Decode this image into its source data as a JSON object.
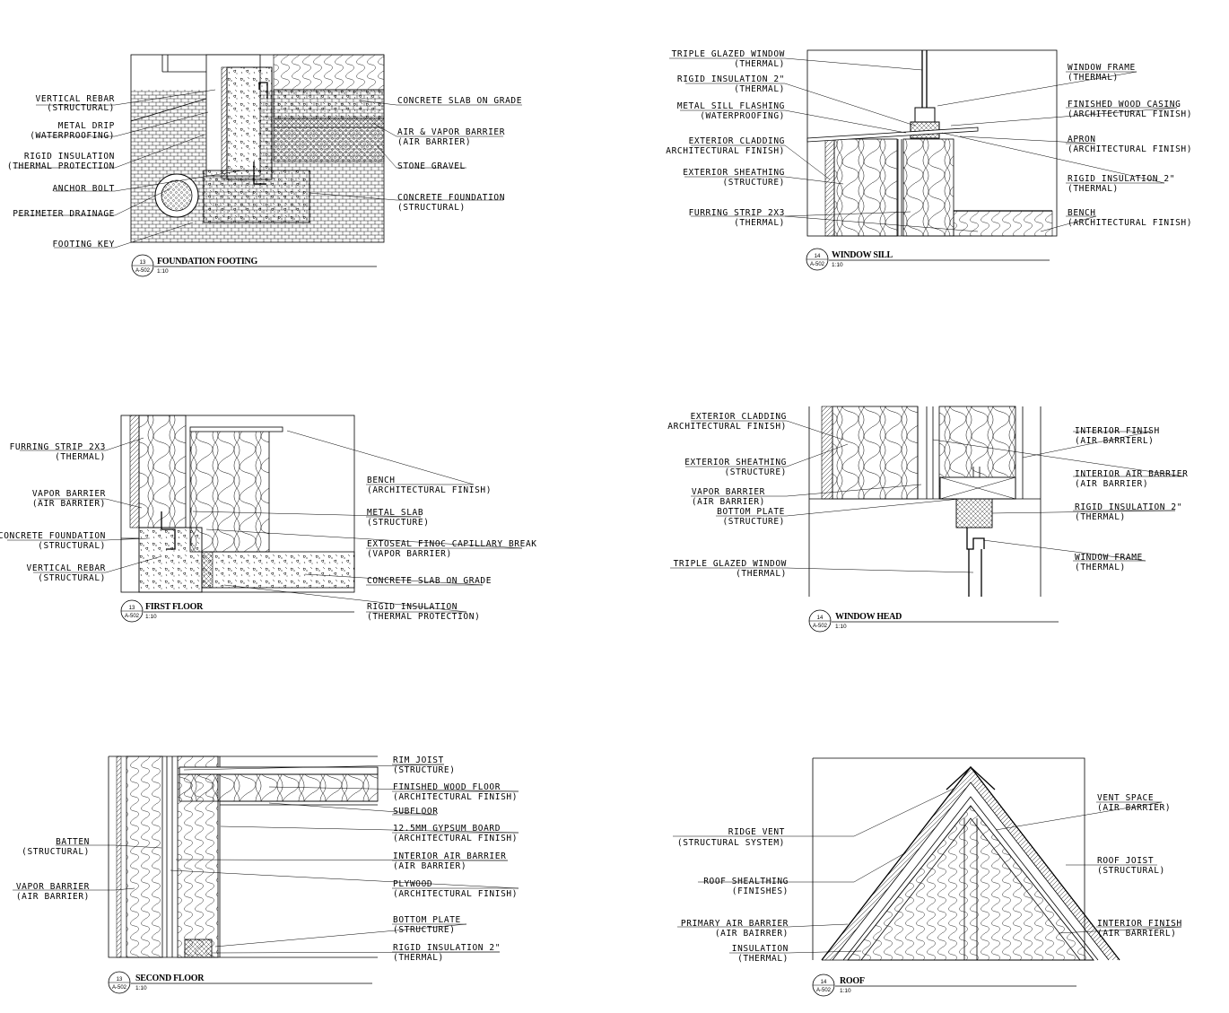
{
  "details": [
    {
      "id": "foundation-footing",
      "title": "FOUNDATION FOOTING",
      "scale": "1:10",
      "bubble_num": "13",
      "bubble_sheet": "A-502",
      "left_labels": [
        {
          "main": "VERTICAL REBAR",
          "sub": "(STRUCTURAL)"
        },
        {
          "main": "METAL DRIP",
          "sub": "(WATERPROOFING)"
        },
        {
          "main": "RIGID INSULATION",
          "sub": "(THERMAL PROTECTION"
        },
        {
          "main": "ANCHOR BOLT",
          "sub": ""
        },
        {
          "main": "PERIMETER DRAINAGE",
          "sub": ""
        },
        {
          "main": "FOOTING KEY",
          "sub": ""
        }
      ],
      "right_labels": [
        {
          "main": "CONCRETE SLAB ON GRADE",
          "sub": ""
        },
        {
          "main": "AIR & VAPOR BARRIER",
          "sub": "(AIR BARRIER)"
        },
        {
          "main": "STONE GRAVEL",
          "sub": ""
        },
        {
          "main": "CONCRETE FOUNDATION",
          "sub": "(STRUCTURAL)"
        }
      ]
    },
    {
      "id": "window-sill",
      "title": "WINDOW SILL",
      "scale": "1:10",
      "bubble_num": "14",
      "bubble_sheet": "A-502",
      "left_labels": [
        {
          "main": "TRIPLE GLAZED WINDOW",
          "sub": "(THERMAL)"
        },
        {
          "main": "RIGID INSULATION 2\"",
          "sub": "(THERMAL)"
        },
        {
          "main": "METAL SILL FLASHING",
          "sub": "(WATERPROOFING)"
        },
        {
          "main": "EXTERIOR CLADDING",
          "sub": "ARCHITECTURAL FINISH)"
        },
        {
          "main": "EXTERIOR SHEATHING",
          "sub": "(STRUCTURE)"
        },
        {
          "main": "FURRING STRIP 2X3",
          "sub": "(THERMAL)"
        }
      ],
      "right_labels": [
        {
          "main": "WINDOW FRAME",
          "sub": "(THERMAL)"
        },
        {
          "main": "FINISHED WOOD CASING",
          "sub": "(ARCHITECTURAL FINISH)"
        },
        {
          "main": "APRON",
          "sub": "(ARCHITECTURAL FINISH)"
        },
        {
          "main": "RIGID INSULATION 2\"",
          "sub": "(THERMAL)"
        },
        {
          "main": "BENCH",
          "sub": "(ARCHITECTURAL FINISH)"
        }
      ]
    },
    {
      "id": "first-floor",
      "title": "FIRST FLOOR",
      "scale": "1:10",
      "bubble_num": "13",
      "bubble_sheet": "A-502",
      "left_labels": [
        {
          "main": "FURRING STRIP 2X3",
          "sub": "(THERMAL)"
        },
        {
          "main": "VAPOR BARRIER",
          "sub": "(AIR BARRIER)"
        },
        {
          "main": "CONCRETE FOUNDATION",
          "sub": "(STRUCTURAL)"
        },
        {
          "main": "VERTICAL REBAR",
          "sub": "(STRUCTURAL)"
        }
      ],
      "right_labels": [
        {
          "main": "BENCH",
          "sub": "(ARCHITECTURAL FINISH)"
        },
        {
          "main": "METAL SLAB",
          "sub": "(STRUCTURE)"
        },
        {
          "main": "EXTOSEAL FINOC CAPILLARY BREAK",
          "sub": "(VAPOR BARRIER)"
        },
        {
          "main": "CONCRETE SLAB ON GRADE",
          "sub": ""
        },
        {
          "main": "RIGID INSULATION",
          "sub": "(THERMAL PROTECTION)"
        }
      ]
    },
    {
      "id": "window-head",
      "title": "WINDOW HEAD",
      "scale": "1:10",
      "bubble_num": "14",
      "bubble_sheet": "A-502",
      "left_labels": [
        {
          "main": "EXTERIOR CLADDING",
          "sub": "ARCHITECTURAL FINISH)"
        },
        {
          "main": "EXTERIOR SHEATHING",
          "sub": "(STRUCTURE)"
        },
        {
          "main": "VAPOR BARRIER",
          "sub": "(AIR BARRIER)"
        },
        {
          "main": "BOTTOM PLATE",
          "sub": "(STRUCTURE)"
        },
        {
          "main": "TRIPLE GLAZED WINDOW",
          "sub": "(THERMAL)"
        }
      ],
      "right_labels": [
        {
          "main": "INTERIOR FINISH",
          "sub": "(AIR BARRIERL)"
        },
        {
          "main": "INTERIOR AIR BARRIER",
          "sub": "(AIR BARRIER)"
        },
        {
          "main": "RIGID INSULATION 2\"",
          "sub": "(THERMAL)"
        },
        {
          "main": "WINDOW FRAME",
          "sub": "(THERMAL)"
        }
      ]
    },
    {
      "id": "second-floor",
      "title": "SECOND FLOOR",
      "scale": "1:10",
      "bubble_num": "13",
      "bubble_sheet": "A-502",
      "left_labels": [
        {
          "main": "BATTEN",
          "sub": "(STRUCTURAL)"
        },
        {
          "main": "VAPOR BARRIER",
          "sub": "(AIR BARRIER)"
        }
      ],
      "right_labels": [
        {
          "main": "RIM JOIST",
          "sub": "(STRUCTURE)"
        },
        {
          "main": "FINISHED WOOD FLOOR",
          "sub": "(ARCHITECTURAL FINISH)"
        },
        {
          "main": "SUBFLOOR",
          "sub": ""
        },
        {
          "main": "12.5MM GYPSUM BOARD",
          "sub": "(ARCHITECTURAL FINISH)"
        },
        {
          "main": "INTERIOR AIR BARRIER",
          "sub": "(AIR BARRIER)"
        },
        {
          "main": "PLYWOOD",
          "sub": "(ARCHITECTURAL FINISH)"
        },
        {
          "main": "BOTTOM PLATE",
          "sub": "(STRUCTURE)"
        },
        {
          "main": "RIGID INSULATION 2\"",
          "sub": "(THERMAL)"
        }
      ]
    },
    {
      "id": "roof",
      "title": "ROOF",
      "scale": "1:10",
      "bubble_num": "14",
      "bubble_sheet": "A-502",
      "left_labels": [
        {
          "main": "RIDGE VENT",
          "sub": "(STRUCTURAL SYSTEM)"
        },
        {
          "main": "ROOF SHEALTHING",
          "sub": "(FINISHES)"
        },
        {
          "main": "PRIMARY AIR BARRIER",
          "sub": "(AIR BAIRRER)"
        },
        {
          "main": "INSULATION",
          "sub": "(THERMAL)"
        }
      ],
      "right_labels": [
        {
          "main": "VENT SPACE",
          "sub": "(AIR BARRIER)"
        },
        {
          "main": "ROOF JOIST",
          "sub": "(STRUCTURAL)"
        },
        {
          "main": "INTERIOR FINISH",
          "sub": "(AIR BARRIERL)"
        }
      ]
    }
  ]
}
